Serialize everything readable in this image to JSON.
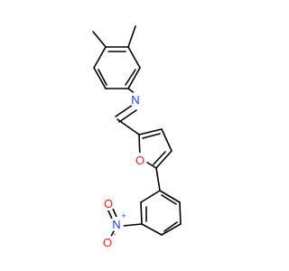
{
  "colors": {
    "background": "#ffffff",
    "bond": "#000000",
    "nitrogen": "#1c3cff",
    "oxygen": "#ff1a1a",
    "carbon": "#000000"
  },
  "atoms": [
    {
      "id": "N_imine",
      "symbol": "N",
      "charge": ""
    },
    {
      "id": "O_furan",
      "symbol": "O",
      "charge": ""
    },
    {
      "id": "N_nitro",
      "symbol": "N",
      "charge": "+"
    },
    {
      "id": "O_nitro_single",
      "symbol": "O",
      "charge": "-"
    },
    {
      "id": "O_nitro_double",
      "symbol": "O",
      "charge": ""
    }
  ]
}
